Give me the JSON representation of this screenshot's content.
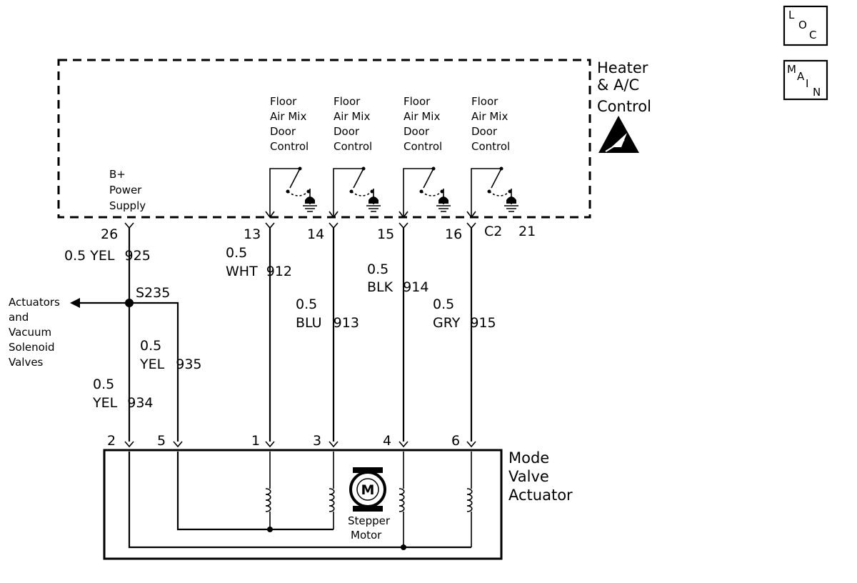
{
  "badges": {
    "loc": [
      "L",
      "O",
      "C"
    ],
    "main": [
      "M",
      "A",
      "I",
      "N"
    ]
  },
  "module": {
    "title": [
      "Heater",
      "& A/C",
      "Control"
    ]
  },
  "power": {
    "label": [
      "B+",
      "Power",
      "Supply"
    ]
  },
  "connector_c2": {
    "name": "C2",
    "pin_21": "21"
  },
  "floor_switch_label": [
    "Floor",
    "Air Mix",
    "Door",
    "Control"
  ],
  "module_pins": [
    "26",
    "13",
    "14",
    "15",
    "16"
  ],
  "wires": {
    "w925": {
      "gauge": "0.5",
      "color": "YEL",
      "circuit": "925"
    },
    "w912": {
      "gauge": "0.5",
      "color": "WHT",
      "circuit": "912"
    },
    "w913": {
      "gauge": "0.5",
      "color": "BLU",
      "circuit": "913"
    },
    "w914": {
      "gauge": "0.5",
      "color": "BLK",
      "circuit": "914"
    },
    "w915": {
      "gauge": "0.5",
      "color": "GRY",
      "circuit": "915"
    },
    "w935": {
      "gauge": "0.5",
      "color": "YEL",
      "circuit": "935"
    },
    "w934": {
      "gauge": "0.5",
      "color": "YEL",
      "circuit": "934"
    }
  },
  "splice": {
    "name": "S235"
  },
  "branch": {
    "label": [
      "Actuators",
      "and",
      "Vacuum",
      "Solenoid",
      "Valves"
    ]
  },
  "actuator": {
    "title": [
      "Mode",
      "Valve",
      "Actuator"
    ],
    "pins": [
      "2",
      "5",
      "1",
      "3",
      "4",
      "6"
    ],
    "motor_symbol": "M",
    "motor_label": [
      "Stepper",
      "Motor"
    ]
  }
}
